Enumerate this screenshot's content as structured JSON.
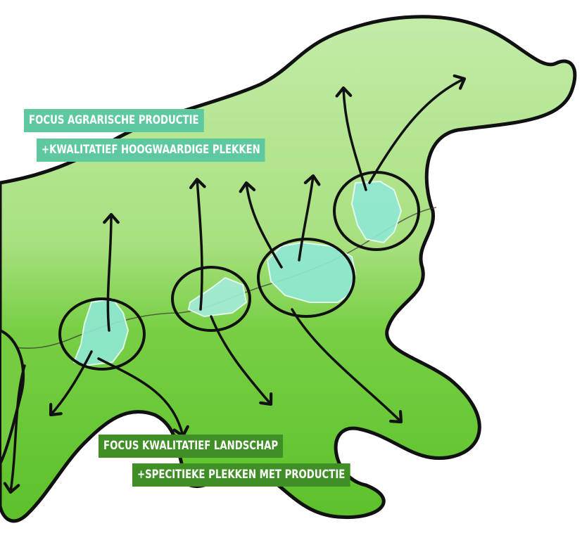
{
  "labels": {
    "north_line1": "FOCUS AGRARISCHE PRODUCTIE",
    "north_line2": "+KWALITATIEF HOOGWAARDIGE PLEKKEN",
    "south_line1": "FOCUS KWALITATIEF LANDSCHAP",
    "south_line2": "+SPECITIEKE PLEKKEN MET PRODUCTIE"
  },
  "colors": {
    "north_zone": "#b8e69a",
    "south_zone": "#6cc83c",
    "settlement": "#8fe8d4",
    "outline": "#111111",
    "north_label_bg": "#5ec99e",
    "south_label_bg": "#3f8f26"
  }
}
